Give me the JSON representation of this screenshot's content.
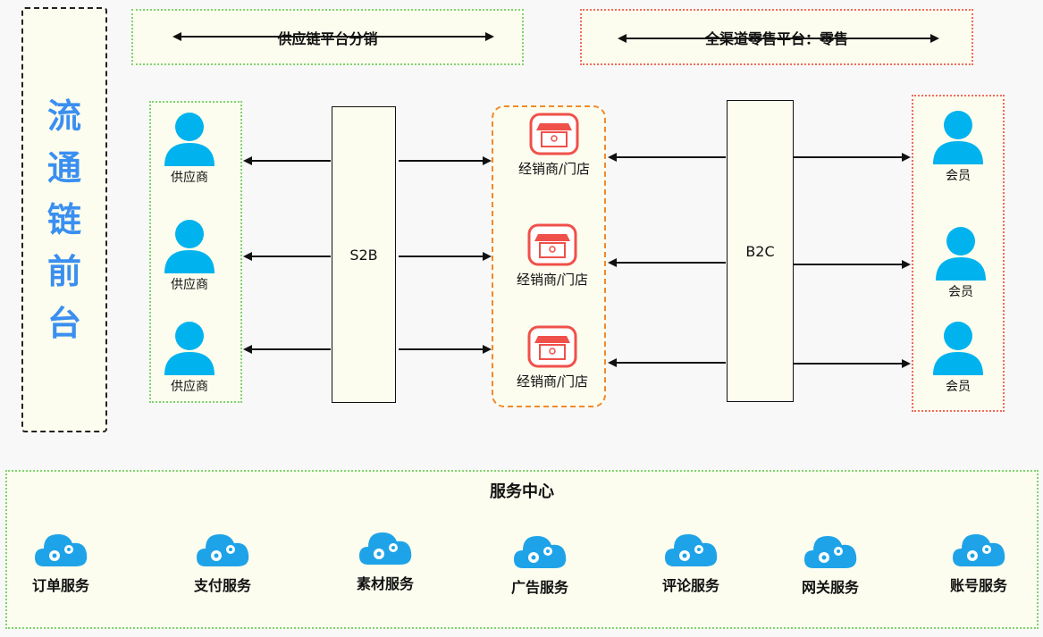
{
  "left_title": {
    "chars": [
      "流",
      "通",
      "链",
      "前",
      "台"
    ]
  },
  "top_left_header": {
    "label": "供应链平台分销"
  },
  "top_right_header": {
    "label": "全渠道零售平台：零售"
  },
  "suppliers": [
    {
      "label": "供应商"
    },
    {
      "label": "供应商"
    },
    {
      "label": "供应商"
    }
  ],
  "s2b": {
    "label": "S2B"
  },
  "stores": [
    {
      "label": "经销商/门店"
    },
    {
      "label": "经销商/门店"
    },
    {
      "label": "经销商/门店"
    }
  ],
  "b2c": {
    "label": "B2C"
  },
  "members": [
    {
      "label": "会员"
    },
    {
      "label": "会员"
    },
    {
      "label": "会员"
    }
  ],
  "service_center": {
    "title": "服务中心",
    "items": [
      {
        "label": "订单服务"
      },
      {
        "label": "支付服务"
      },
      {
        "label": "素材服务"
      },
      {
        "label": "广告服务"
      },
      {
        "label": "评论服务"
      },
      {
        "label": "网关服务"
      },
      {
        "label": "账号服务"
      }
    ]
  },
  "colors": {
    "title_blue": "#3a8ff0",
    "person_cyan": "#00b3ee",
    "store_red": "#f0504a",
    "store_dash_orange": "#f08a2a",
    "cloud_blue": "#1fa3e8"
  }
}
